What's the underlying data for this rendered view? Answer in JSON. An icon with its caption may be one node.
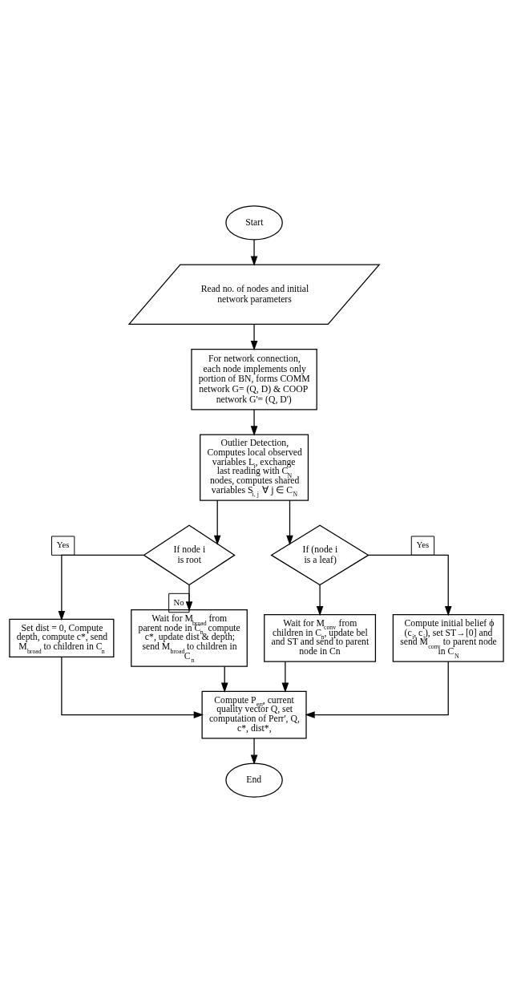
{
  "diagram": {
    "nodes": [
      {
        "text": [
          "Start"
        ]
      },
      {
        "text": [
          "Read no. of nodes and initial network parameters"
        ]
      },
      {
        "text": [
          "For network connection, each node implements only portion of BN, forms COMM network G= (Q, D) & COOP network G'= (Q, D')"
        ]
      },
      {
        "text": [
          "Outlier Detection, Computes local observed variables L$_{i}$, exchange last reading with C$_{N}$ nodes, computes shared variables S$_{i, j}$ ∀ j ∈ C$_{N}$"
        ]
      },
      {
        "text": [
          "If node i is root"
        ]
      },
      {
        "text": [
          "If (node i is a leaf)"
        ]
      },
      {
        "text": [
          "Set dist = 0, Compute depth, compute c*, send M$_{broad}$ to children in C$_{n}$"
        ]
      },
      {
        "text": [
          "Wait for M$_{broad}$ from parent node in C$_{n}$ compute c*, update dist & depth; send M$_{broad}$ to children in C$_{n}$"
        ]
      },
      {
        "text": [
          "Wait for M$_{conv}$ from children in C$_{n}$, update bel and ST and send to parent node in Cn"
        ]
      },
      {
        "text": [
          "Compute initial belief ϕ (c$_{i}$, c$_{j}$), set ST→[0] and send M$_{conv}$ to parent node in C$_{N}$"
        ]
      },
      {
        "text": [
          "Compute P$_{err}$, current quality vector Q, set computation of Perr', Q, c*, dist*,"
        ]
      },
      {
        "text": [
          "End"
        ]
      }
    ],
    "edges": [
      {
        "from": 0,
        "to": 1,
        "arrow": "to"
      },
      {
        "from": 1,
        "to": 2,
        "arrow": "to"
      },
      {
        "from": 2,
        "to": 3,
        "arrow": "to"
      },
      {
        "from": 3,
        "to": 4,
        "arrow": "to"
      },
      {
        "from": 3,
        "to": 5,
        "arrow": "to"
      },
      {
        "from": 4,
        "to": 6,
        "arrow": "to",
        "label": "Yes"
      },
      {
        "from": 4,
        "to": 7,
        "arrow": "to",
        "label": "No"
      },
      {
        "from": 5,
        "to": 8,
        "arrow": "to"
      },
      {
        "from": 5,
        "to": 9,
        "arrow": "to",
        "label": "Yes"
      },
      {
        "from": 6,
        "to": 10,
        "arrow": "to"
      },
      {
        "from": 7,
        "to": 10,
        "arrow": "to"
      },
      {
        "from": 8,
        "to": 10,
        "arrow": "to"
      },
      {
        "from": 9,
        "to": 10,
        "arrow": "to"
      },
      {
        "from": 10,
        "to": 11,
        "arrow": "to"
      }
    ]
  }
}
